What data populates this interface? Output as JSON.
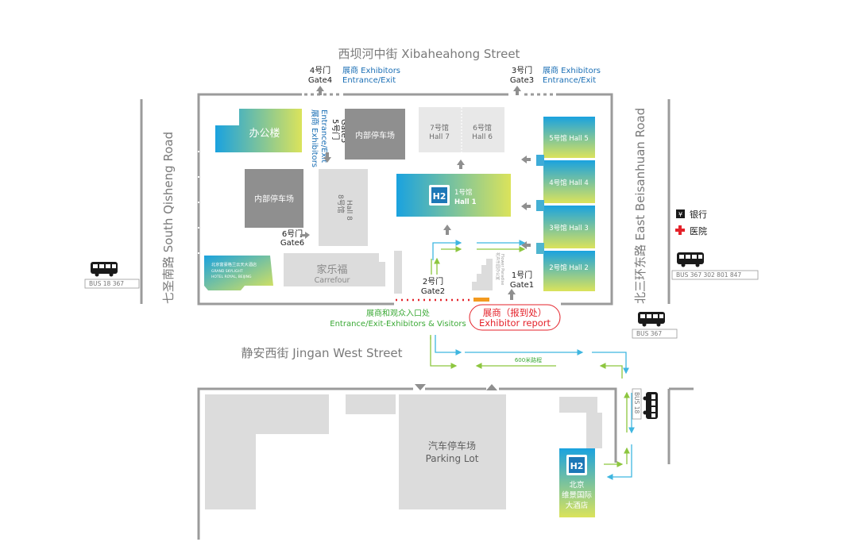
{
  "streets": {
    "north": "西坝河中街  Xibaheahong Street",
    "south": "静安西街 Jingan West Street",
    "west": "七圣南路   South Qisheng Road",
    "east": "北三环东路   East Beisanhuan Road"
  },
  "gates": {
    "gate4": {
      "cn": "4号门",
      "en": "Gate4"
    },
    "gate3": {
      "cn": "3号门",
      "en": "Gate3"
    },
    "gate5": {
      "cn": "5号门",
      "en": "Gate5"
    },
    "gate6": {
      "cn": "6号门",
      "en": "Gate6"
    },
    "gate2": {
      "cn": "2号门",
      "en": "Gate2"
    },
    "gate1": {
      "cn": "1号门",
      "en": "Gate1"
    }
  },
  "exhibitor_exit": {
    "cn": "展商 Exhibitors",
    "en": "Entrance/Exit",
    "gate5_cn": "展商 Exhibitors",
    "gate5_en": "Entrance/Exit"
  },
  "visitors_exit": {
    "cn": "展商和观众入口处",
    "en": "Entrance/Exit-Exhibitors & Visitors"
  },
  "report": {
    "cn": "展商（报到处）",
    "en": "Exhibitor report"
  },
  "buildings": {
    "office": "办公楼",
    "parking_internal": "内部停车场",
    "hall7_cn": "7号馆",
    "hall7_en": "Hall 7",
    "hall6_cn": "6号馆",
    "hall6_en": "Hall 6",
    "hall8_cn": "8号馆",
    "hall8_en": "Hall 8",
    "hall1_cn": "1号馆",
    "hall1_en": "Hall 1",
    "hall5": "5号馆  Hall 5",
    "hall4": "4号馆  Hall 4",
    "hall3": "3号馆  Hall 3",
    "hall2": "2号馆  Hall 2",
    "carrefour_cn": "家乐福",
    "carrefour_en": "Carrefour",
    "hotel_grand_cn": "北京富豪格兰云天大酒店",
    "hotel_grand_en1": "GRAND SKYLIGHT",
    "hotel_grand_en2": "HOTEL ROYAL, BEIJING",
    "flower_cn": "花卉乐园办公室",
    "flower_en": "Flower Paradise",
    "parking_lot_cn": "汽车停车场",
    "parking_lot_en": "Parking Lot",
    "hotel_view_1": "北京",
    "hotel_view_2": "维景国际",
    "hotel_view_3": "大酒店",
    "h2_logo": "H2"
  },
  "walk_distance": "600米路程",
  "legend": {
    "bank": "银行",
    "hospital": "医院",
    "bank_icon": "bank-icon",
    "hospital_icon": "red-cross-icon"
  },
  "bus": {
    "west": "BUS  18  367",
    "east": "BUS  367  302  801  847",
    "gate": "BUS  367",
    "south_east": "BUS  18"
  },
  "colors": {
    "building_grey": "#cfcfcf",
    "dark_grey": "#8f8f8f",
    "gradient_start": "#19a3e0",
    "gradient_end": "#d9e35a",
    "route_cyan": "#3fb6e0",
    "route_green": "#8dc63f",
    "dotted_red": "#e4222a",
    "report_orange": "#f39a1f"
  }
}
